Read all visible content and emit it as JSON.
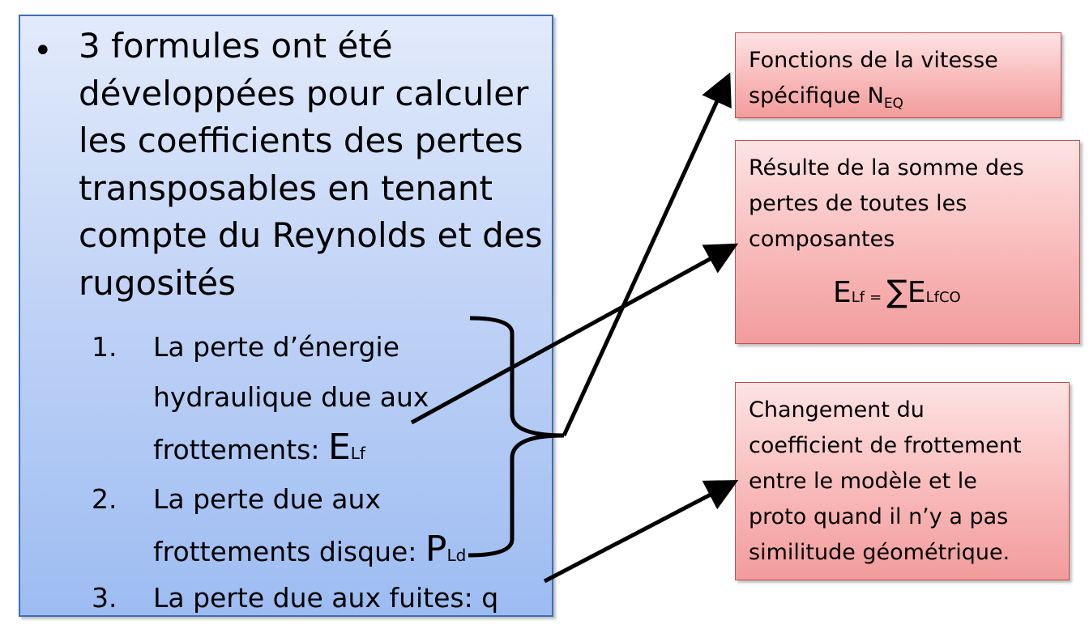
{
  "main": {
    "bullet": "3 formules ont été développées pour calculer les coefficients des pertes transposables en tenant compte du Reynolds et des rugosités",
    "items": [
      {
        "num": "1.",
        "line1": "La perte d’énergie",
        "line2": "hydraulique due aux",
        "line3": "frottements: ",
        "symbol": "E",
        "symbol_sub": "Lf"
      },
      {
        "num": "2.",
        "line1": "La perte due aux",
        "line2": "frottements disque: ",
        "symbol": "P",
        "symbol_sub": "Ld"
      },
      {
        "num": "3.",
        "line1": "La perte due aux fuites: q"
      }
    ]
  },
  "boxes": {
    "speed": {
      "line1": "Fonctions de la vitesse",
      "line2": "spécifique N",
      "sub": "EQ"
    },
    "sum": {
      "line1": "Résulte de la somme des",
      "line2": "pertes de toutes les",
      "line3": "composantes",
      "formula": {
        "lhs": "E",
        "lhs_sub": "Lf",
        "eq": "=",
        "sum": "∑",
        "rhs": "E",
        "rhs_sub": "LfCO"
      }
    },
    "friction": {
      "line1": "Changement du",
      "line2": "coefficient de frottement",
      "line3": "entre le modèle et le",
      "line4": "proto quand il n’y a pas",
      "line5": "similitude géométrique."
    }
  },
  "colors": {
    "main_border": "#3d6fb5",
    "side_border": "#c0504d",
    "arrow": "#000000"
  }
}
